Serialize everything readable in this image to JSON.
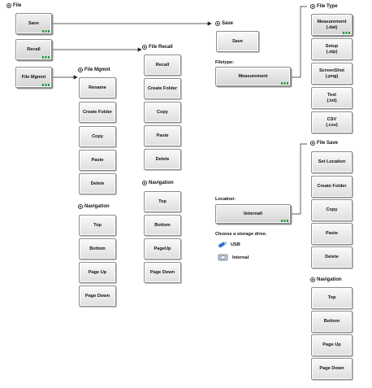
{
  "file": {
    "title": "File",
    "save": "Save",
    "recall": "Recall",
    "file_mgmnt": "File Mgmnt"
  },
  "file_mgmnt": {
    "title": "File Mgmnt",
    "buttons": [
      "Rename",
      "Create Folder",
      "Copy",
      "Paste",
      "Delete"
    ],
    "nav_title": "Navigation",
    "nav": [
      "Top",
      "Bottom",
      "Page Up",
      "Page Down"
    ]
  },
  "file_recall": {
    "title": "File Recall",
    "buttons": [
      "Recall",
      "Create Folder",
      "Copy",
      "Paste",
      "Delete"
    ],
    "nav_title": "Navigation",
    "nav": [
      "Top",
      "Bottom",
      "PageUp",
      "Page Down"
    ]
  },
  "save": {
    "title": "Save",
    "button": "Save",
    "filetype_label": "Filetype:",
    "filetype_value": "Measurement",
    "location_label": "Location:",
    "location_value": "\\internal\\",
    "drive_prompt": "Choose a storage drive.",
    "drives": [
      {
        "label": "USB",
        "icon": "usb-drive-icon"
      },
      {
        "label": "Internal",
        "icon": "internal-drive-icon"
      }
    ]
  },
  "file_type": {
    "title": "File Type",
    "options": [
      "Measurement\n(.dat)",
      "Setup\n(.stp)",
      "ScreenShot\n(.png)",
      "Text\n(.txt)",
      "CSV\n(.csv)"
    ]
  },
  "file_save": {
    "title": "File Save",
    "buttons": [
      "Set Location",
      "Create Folder",
      "Copy",
      "Paste",
      "Delete"
    ],
    "nav_title": "Navigation",
    "nav": [
      "Top",
      "Bottom",
      "Page Up",
      "Page Down"
    ]
  },
  "colors": {
    "indicator": "#1b9e3e",
    "border": "#8d8d8d"
  }
}
